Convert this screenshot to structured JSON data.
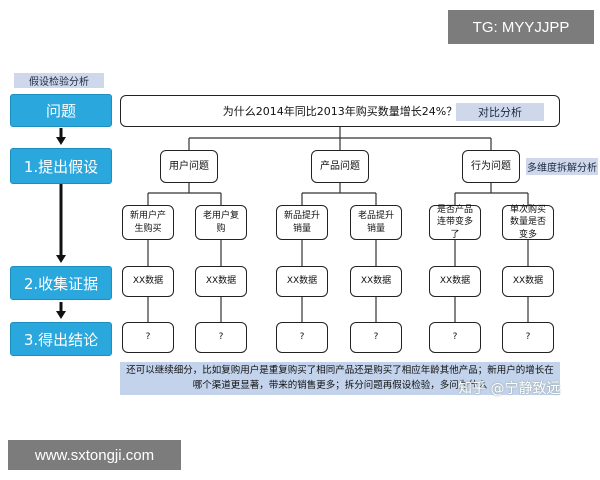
{
  "watermarks": {
    "top": "TG: MYYJJPP",
    "bottom": "www.sxtongji.com",
    "overlay": "知乎 @宁静致远"
  },
  "title_tag": "假设检验分析",
  "stages": [
    "问题",
    "1.提出假设",
    "2.收集证据",
    "3.得出结论"
  ],
  "question": "为什么2014年同比2013年购买数量增长24%？",
  "tags": {
    "compare": "对比分析",
    "decompose": "多维度拆解分析"
  },
  "hypotheses": [
    "用户问题",
    "产品问题",
    "行为问题"
  ],
  "sub_hypotheses": [
    "新用户产生购买",
    "老用户复购",
    "新品提升销量",
    "老品提升销量",
    "是否产品连带变多了",
    "单次购买数量是否变多"
  ],
  "evidence": [
    "XX数据",
    "XX数据",
    "XX数据",
    "XX数据",
    "XX数据",
    "XX数据"
  ],
  "conclusions": [
    "?",
    "?",
    "?",
    "?",
    "?",
    "?"
  ],
  "note": "还可以继续细分，比如复购用户是重复购买了相同产品还是购买了相应年龄其他产品；新用户的增长在哪个渠道更显著，带来的销售更多；拆分问题再假设检验，多问为什么"
}
